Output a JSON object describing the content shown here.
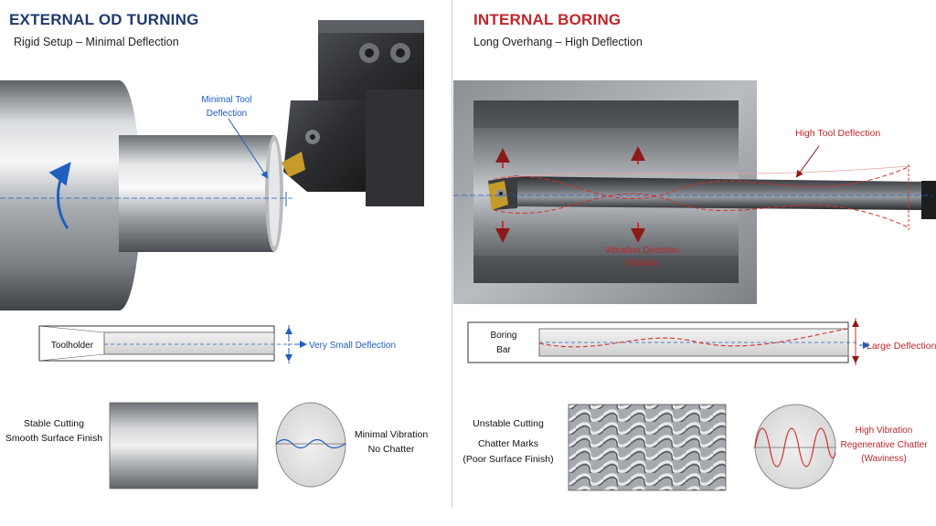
{
  "left": {
    "title": "EXTERNAL OD TURNING",
    "subtitle": "Rigid Setup – Minimal Deflection",
    "callout_line1": "Minimal Tool",
    "callout_line2": "Deflection",
    "bar_label": "Toolholder",
    "deflection_label": "Very Small Deflection",
    "surface_line1": "Stable Cutting",
    "surface_line2": "Smooth Surface Finish",
    "vibration_line1": "Minimal Vibration",
    "vibration_line2": "No Chatter"
  },
  "right": {
    "title": "INTERNAL BORING",
    "subtitle": "Long Overhang – High Deflection",
    "callout": "High Tool Deflection",
    "vibration_line1": "Vibration Direction",
    "vibration_line2": "(Radial)",
    "bar_label_line1": "Boring",
    "bar_label_line2": "Bar",
    "deflection_label": "Large Deflection",
    "surface_line1": "Unstable Cutting",
    "surface_line2": "Chatter Marks",
    "surface_line3": "(Poor Surface Finish)",
    "vib_line1": "High Vibration",
    "vib_line2": "Regenerative Chatter",
    "vib_line3": "(Waviness)"
  },
  "colors": {
    "left_title": "#1f3a6e",
    "right_title": "#c0262b",
    "blue_accent": "#1f5fbf",
    "red_accent": "#d32f2f"
  }
}
